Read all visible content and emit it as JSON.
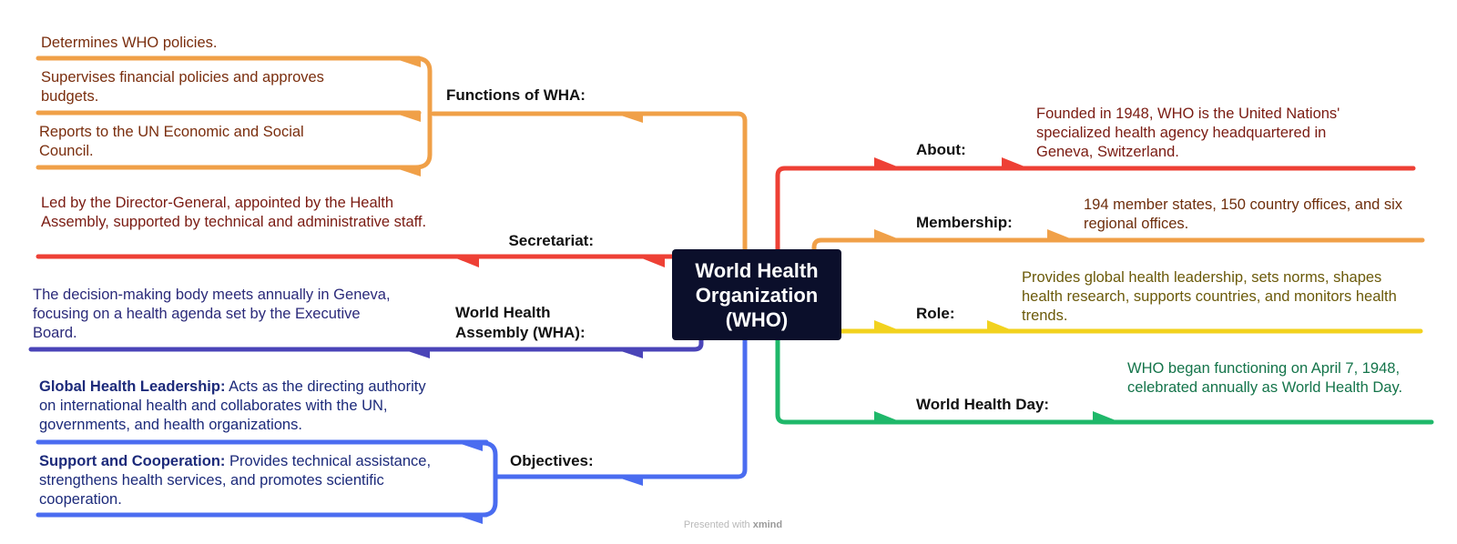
{
  "central_topic": {
    "title": "World Health Organization (WHO)"
  },
  "left": {
    "functions_wha": {
      "label": "Functions of WHA:",
      "color": "#f0a048",
      "items": [
        "Determines WHO policies.",
        "Supervises financial policies and approves budgets.",
        "Reports to the UN Economic and Social Council."
      ]
    },
    "secretariat": {
      "label": "Secretariat:",
      "color": "#ee4035",
      "text": "Led by the Director-General, appointed by the Health Assembly, supported by technical and administrative staff."
    },
    "wha": {
      "label": "World Health Assembly (WHA):",
      "color": "#4a44b8",
      "text": "The decision-making body meets annually in Geneva, focusing on a health agenda set by the Executive Board."
    },
    "objectives": {
      "label": "Objectives:",
      "color": "#4a6cf0",
      "items": [
        {
          "title": "Global Health Leadership:",
          "text": "Acts as the directing authority on international health and collaborates with the UN, governments, and health organizations."
        },
        {
          "title": "Support and Cooperation:",
          "text": "Provides technical assistance, strengthens health services, and promotes scientific cooperation."
        }
      ]
    }
  },
  "right": {
    "about": {
      "label": "About:",
      "color": "#ee4035",
      "text": "Founded in 1948, WHO is the United Nations' specialized health agency headquartered in Geneva, Switzerland."
    },
    "membership": {
      "label": "Membership:",
      "color": "#f0a048",
      "text": "194 member states, 150 country offices, and six regional offices."
    },
    "role": {
      "label": "Role:",
      "color": "#f2d21e",
      "text": "Provides global health leadership, sets norms, shapes health research, supports countries, and monitors health trends."
    },
    "world_health_day": {
      "label": "World Health Day:",
      "color": "#1fb86a",
      "text": "WHO began functioning on April 7, 1948, celebrated annually as World Health Day."
    }
  },
  "footer": {
    "prefix": "Presented with",
    "brand": "xmind"
  }
}
